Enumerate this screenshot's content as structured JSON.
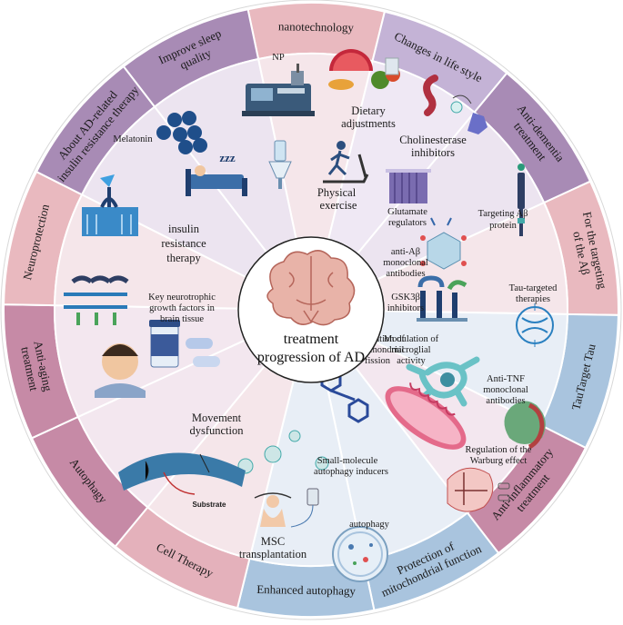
{
  "center": {
    "line1": "treatment",
    "line2": "progression of AD"
  },
  "outer_labels": [
    {
      "id": "nanotechnology",
      "lines": [
        "nanotechnology"
      ],
      "color": "#e9b9bf"
    },
    {
      "id": "lifestyle",
      "lines": [
        "Changes in life style"
      ],
      "color": "#c4b3d6"
    },
    {
      "id": "anti-dementia",
      "lines": [
        "Anti-dementia",
        "treatment"
      ],
      "color": "#a88bb5"
    },
    {
      "id": "abeta",
      "lines": [
        "For the targeting",
        "of the Aβ"
      ],
      "color": "#e9b9bf"
    },
    {
      "id": "tau",
      "lines": [
        "TauTarget Tau"
      ],
      "color": "#a9c4de"
    },
    {
      "id": "anti-inflammatory",
      "lines": [
        "Anti-inflammatory",
        "treatment"
      ],
      "color": "#c68aa6"
    },
    {
      "id": "mito",
      "lines": [
        "Protection of",
        "mitochondrial function"
      ],
      "color": "#a9c4de"
    },
    {
      "id": "enhanced-autophagy",
      "lines": [
        "Enhanced autophagy"
      ],
      "color": "#a9c4de"
    },
    {
      "id": "cell-therapy",
      "lines": [
        "Cell Therapy"
      ],
      "color": "#e4b1bb"
    },
    {
      "id": "autophagy",
      "lines": [
        "Autophagy"
      ],
      "color": "#c68aa6"
    },
    {
      "id": "anti-aging",
      "lines": [
        "Anti-aging",
        "treatment"
      ],
      "color": "#c68aa6"
    },
    {
      "id": "neuroprotection",
      "lines": [
        "Neuroprotection"
      ],
      "color": "#e9b9bf"
    },
    {
      "id": "ad-insulin",
      "lines": [
        "About AD-related",
        "insulin resistance therapy"
      ],
      "color": "#a88bb5"
    },
    {
      "id": "sleep",
      "lines": [
        "Improve sleep",
        "quality"
      ],
      "color": "#a88bb5"
    }
  ],
  "inner_labels": {
    "np": "NP",
    "dietary1": "Dietary",
    "dietary2": "adjustments",
    "physical1": "Physical",
    "physical2": "exercise",
    "cholin1": "Cholinesterase",
    "cholin2": "inhibitors",
    "glut1": "Glutamate",
    "glut2": "regulators",
    "targeting1": "Targeting Aβ",
    "targeting2": "protein",
    "antiab1": "anti-Aβ",
    "antiab2": "monoclonal",
    "antiab3": "antibodies",
    "gsk1": "GSK3β",
    "gsk2": "inhibitors",
    "tau1": "Tau-targeted",
    "tau2": "therapies",
    "micro1": "Modulation of",
    "micro2": "microglial",
    "micro3": "activity",
    "tnf1": "Anti-TNF",
    "tnf2": "monoclonal",
    "tnf3": "antibodies",
    "resto1": "Restoration of",
    "resto2": "mitochondrial",
    "resto3": "fission",
    "warburg1": "Regulation of the",
    "warburg2": "Warburg effect",
    "small1": "Small-molecule",
    "small2": "autophagy inducers",
    "autophagy": "autophagy",
    "msc1": "MSC",
    "msc2": "transplantation",
    "movement1": "Movement",
    "movement2": "dysfunction",
    "substrate": "Substrate",
    "neuro1": "Key neurotrophic",
    "neuro2": "growth factors in",
    "neuro3": "brain tissue",
    "insulin1": "insulin",
    "insulin2": "resistance",
    "insulin3": "therapy",
    "melatonin": "Melatonin",
    "zzz": "zzz"
  }
}
